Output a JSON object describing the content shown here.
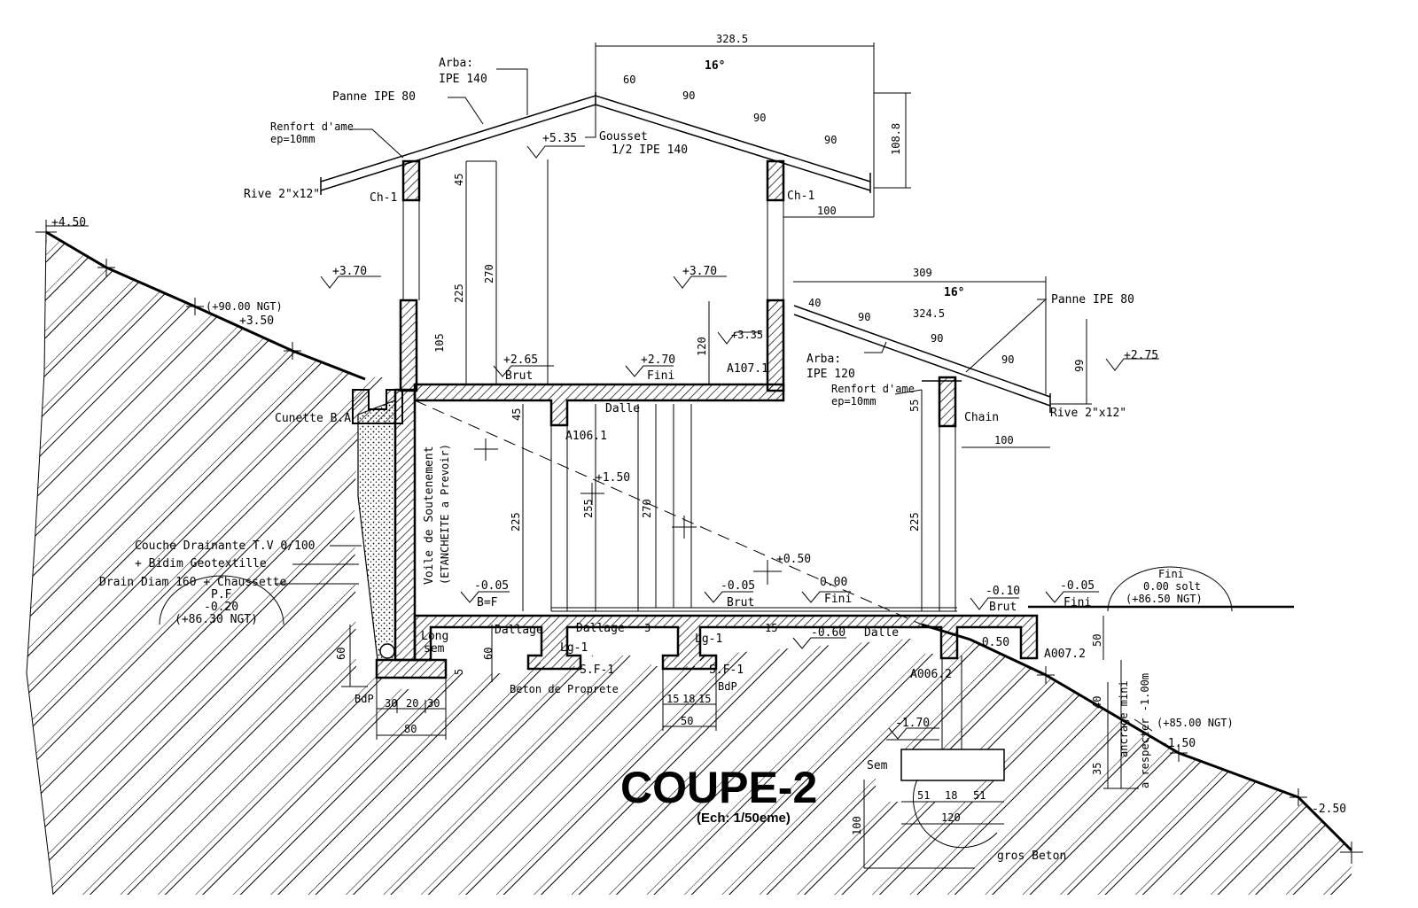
{
  "title": "COUPE-2",
  "scale": "(Ech: 1/50eme)",
  "labels": {
    "arba1": "Arba:",
    "ipe140": "IPE  140",
    "panne1": "Panne  IPE  80",
    "renfort1": "Renfort  d'ame",
    "ep1": "ep=10mm",
    "rive1": "Rive  2\"x12\"",
    "ch1a": "Ch-1",
    "ch1b": "Ch-1",
    "gousset": "Gousset",
    "halfipe": "1/2  IPE  140",
    "lvl535": "+5.35",
    "dim3285": "328.5",
    "slope1": "16°",
    "d60": "60",
    "d90a": "90",
    "d90b": "90",
    "d90c": "90",
    "d1088": "108.8",
    "d100a": "100",
    "lvl450": "+4.50",
    "ngt90": "(+90.00  NGT)",
    "lvl350": "+3.50",
    "lvl370a": "+3.70",
    "lvl370b": "+3.70",
    "d45a": "45",
    "d270a": "270",
    "d225a": "225",
    "d105": "105",
    "lvl265": "+2.65",
    "brut1": "Brut",
    "lvl270": "+2.70",
    "fini1": "Fini",
    "d120a": "120",
    "lvl335": "+3.35",
    "a1071": "A107.1",
    "d309": "309",
    "slope2": "16°",
    "panne2": "Panne  IPE  80",
    "d40": "40",
    "d90d": "90",
    "d3245": "324.5",
    "d90e": "90",
    "d90f": "90",
    "d99": "99",
    "lvl275": "+2.75",
    "arba2": "Arba:",
    "ipe120": "IPE  120",
    "renfort2": "Renfort  d'ame",
    "ep2": "ep=10mm",
    "d55": "55",
    "chain": "Chain",
    "rive2": "Rive  2\"x12\"",
    "d100b": "100",
    "cunette": "Cunette  B.A",
    "d45b": "45",
    "dalle1": "Dalle",
    "a1061": "A106.1",
    "voile": "Voile  de  Soutenement",
    "etanch": "(ETANCHEITE  a  Prevoir)",
    "lvl150": "+1.50",
    "d225b": "225",
    "d255": "255",
    "d270b": "270",
    "lvl050": "+0.50",
    "d225c": "225",
    "couche": "Couche  Drainante  T.V  0/100",
    "bidim": "+  Bidim  Geotextille",
    "drain": "Drain  Diam  160  +  Chaussette",
    "pf": "P.F",
    "lvl020": "-0.20",
    "ngt8630": "(+86.30  NGT)",
    "lvl005a": "-0.05",
    "bf": "B=F",
    "lvl005b": "-0.05",
    "brut2": "Brut",
    "lvl000": "0.00",
    "fini2": "Fini",
    "lvl010": "-0.10",
    "brut3": "Brut",
    "lvl005c": "-0.05",
    "fini3": "Fini",
    "fini4": "Fini",
    "solt": "0.00  solt",
    "ngt8650": "(+86.50  NGT)",
    "longsem1": "Long",
    "longsem2": "sem",
    "dallage1": "Dallage",
    "dallage2": "Dallage",
    "d3": "3",
    "lg1a": "Lg-1",
    "lg1b": "Lg-1",
    "d15": "15",
    "lvl060": "-0.60",
    "dalle2": "Dalle",
    "d50a": "50",
    "lvl050b": "-0.50",
    "a0072": "A007.2",
    "d60b": "60",
    "d60c": "60",
    "d5": "5",
    "sf1a": "S.F-1",
    "sf1b": "S.F-1",
    "beton": "Beton  de  Proprete",
    "bdp1": "BdP",
    "bdp2": "BdP",
    "d30a": "30",
    "d20": "20",
    "d30b": "30",
    "d80": "80",
    "d15a": "15",
    "d18": "18",
    "d15b": "15",
    "d50b": "50",
    "a0062": "A006.2",
    "lvl170": "-1.70",
    "d40b": "40",
    "ancrage": "ancrage  mini",
    "respecter": "a  respecter  -1.00m",
    "ngt8500": "(+85.00  NGT)",
    "lvl150b": "-1.50",
    "d35": "35",
    "sem": "Sem",
    "d51a": "51",
    "d18b": "18",
    "d51b": "51",
    "d120b": "120",
    "d100c": "100",
    "grosbeton": "gros  Beton",
    "lvl250": "-2.50"
  }
}
